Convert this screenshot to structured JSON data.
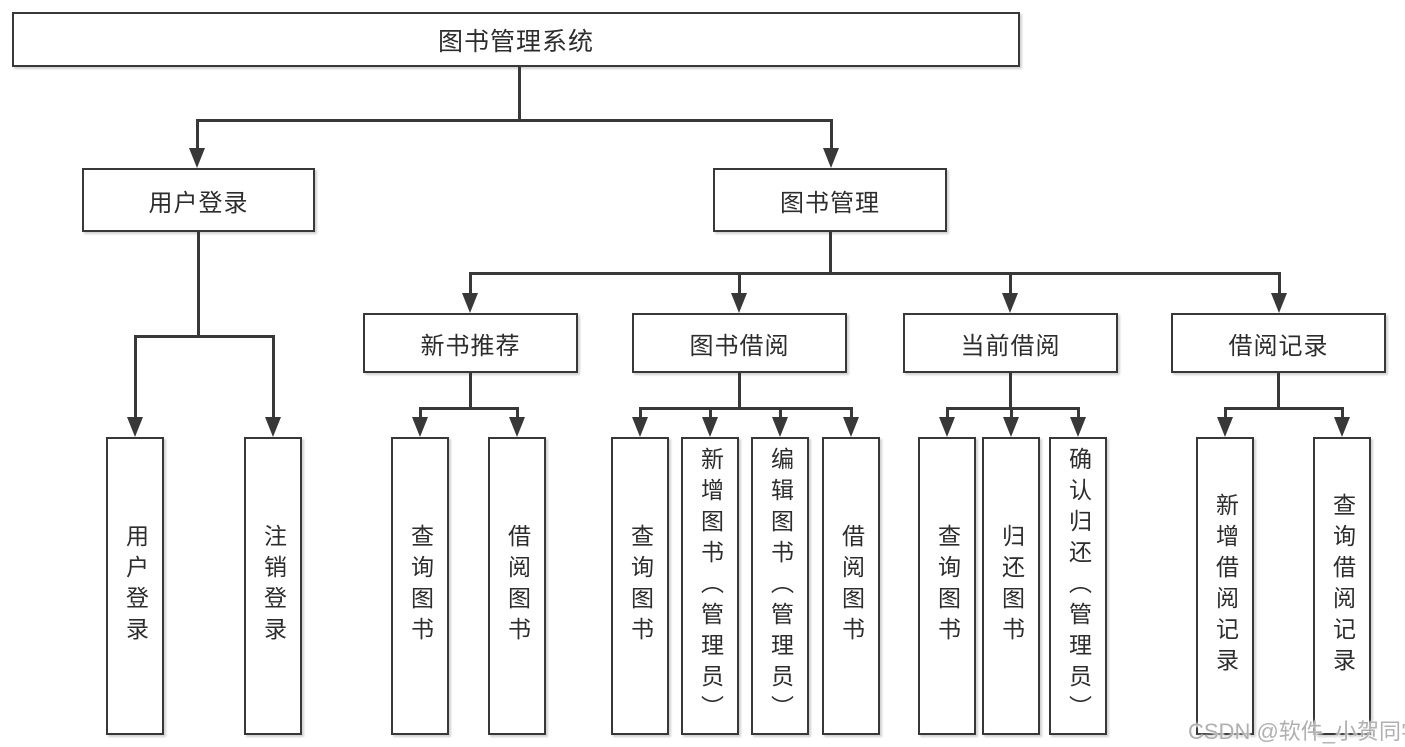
{
  "diagram": {
    "root": {
      "label": "图书管理系统"
    },
    "children": [
      {
        "label": "用户登录",
        "children": [
          {
            "label": "用户登录"
          },
          {
            "label": "注销登录"
          }
        ]
      },
      {
        "label": "图书管理",
        "children": [
          {
            "label": "新书推荐",
            "children": [
              {
                "label": "查询图书"
              },
              {
                "label": "借阅图书"
              }
            ]
          },
          {
            "label": "图书借阅",
            "children": [
              {
                "label": "查询图书"
              },
              {
                "label": "新增图书（管理员）"
              },
              {
                "label": "编辑图书（管理员）"
              },
              {
                "label": "借阅图书"
              }
            ]
          },
          {
            "label": "当前借阅",
            "children": [
              {
                "label": "查询图书"
              },
              {
                "label": "归还图书"
              },
              {
                "label": "确认归还（管理员）"
              }
            ]
          },
          {
            "label": "借阅记录",
            "children": [
              {
                "label": "新增借阅记录"
              },
              {
                "label": "查询借阅记录"
              }
            ]
          }
        ]
      }
    ]
  },
  "watermark": {
    "text": "CSDN @软件_小贺同学"
  },
  "colors": {
    "line": "#383838",
    "text": "#2d2d2d",
    "watermark": "#b0b0b0",
    "background": "#ffffff"
  }
}
